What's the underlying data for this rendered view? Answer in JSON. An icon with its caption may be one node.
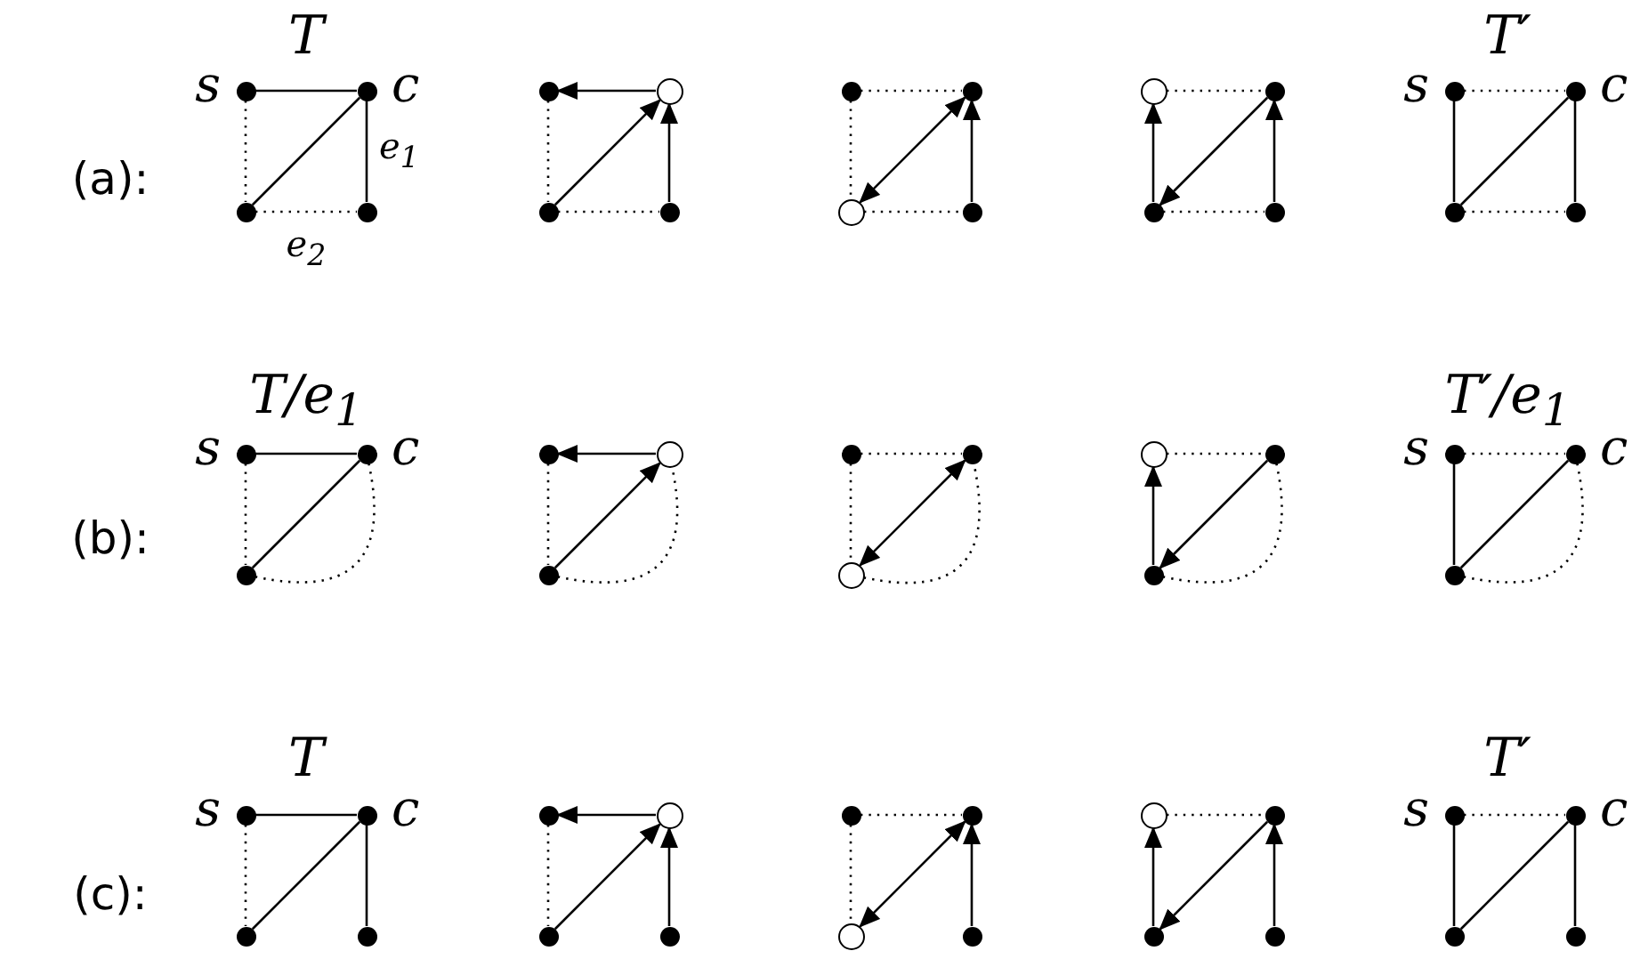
{
  "diagram": {
    "nodes": [
      {
        "text": [],
        "shape": "dot",
        "beside": [
          "s"
        ]
      },
      {
        "text": [],
        "shape": "dot",
        "beside": [
          "c"
        ]
      },
      {
        "text": [],
        "shape": "dot"
      },
      {
        "text": [],
        "shape": "dot"
      },
      {
        "text": [],
        "shape": "dot"
      },
      {
        "text": [],
        "shape": "circle"
      },
      {
        "text": [],
        "shape": "dot"
      },
      {
        "text": [],
        "shape": "dot"
      },
      {
        "text": [],
        "shape": "dot"
      },
      {
        "text": [],
        "shape": "dot"
      },
      {
        "text": [],
        "shape": "circle"
      },
      {
        "text": [],
        "shape": "dot"
      },
      {
        "text": [],
        "shape": "circle"
      },
      {
        "text": [],
        "shape": "dot"
      },
      {
        "text": [],
        "shape": "dot"
      },
      {
        "text": [],
        "shape": "dot"
      },
      {
        "text": [],
        "shape": "dot",
        "beside": [
          "s"
        ]
      },
      {
        "text": [],
        "shape": "dot",
        "beside": [
          "c"
        ]
      },
      {
        "text": [],
        "shape": "dot"
      },
      {
        "text": [],
        "shape": "dot"
      },
      {
        "text": [],
        "shape": "dot",
        "beside": [
          "s"
        ]
      },
      {
        "text": [],
        "shape": "dot",
        "beside": [
          "c"
        ]
      },
      {
        "text": [],
        "shape": "dot"
      },
      {
        "text": [],
        "shape": "dot"
      },
      {
        "text": [],
        "shape": "circle"
      },
      {
        "text": [],
        "shape": "dot"
      },
      {
        "text": [],
        "shape": "dot"
      },
      {
        "text": [],
        "shape": "dot"
      },
      {
        "text": [],
        "shape": "circle"
      },
      {
        "text": [],
        "shape": "circle"
      },
      {
        "text": [],
        "shape": "dot"
      },
      {
        "text": [],
        "shape": "dot"
      },
      {
        "text": [],
        "shape": "dot",
        "beside": [
          "s"
        ]
      },
      {
        "text": [],
        "shape": "dot",
        "beside": [
          "c"
        ]
      },
      {
        "text": [],
        "shape": "dot"
      },
      {
        "text": [],
        "shape": "dot",
        "beside": [
          "s"
        ]
      },
      {
        "text": [],
        "shape": "dot",
        "beside": [
          "c"
        ]
      },
      {
        "text": [],
        "shape": "dot"
      },
      {
        "text": [],
        "shape": "dot"
      },
      {
        "text": [],
        "shape": "dot"
      },
      {
        "text": [],
        "shape": "circle"
      },
      {
        "text": [],
        "shape": "dot"
      },
      {
        "text": [],
        "shape": "dot"
      },
      {
        "text": [],
        "shape": "dot"
      },
      {
        "text": [],
        "shape": "dot"
      },
      {
        "text": [],
        "shape": "circle"
      },
      {
        "text": [],
        "shape": "dot"
      },
      {
        "text": [],
        "shape": "circle"
      },
      {
        "text": [],
        "shape": "dot"
      },
      {
        "text": [],
        "shape": "dot"
      },
      {
        "text": [],
        "shape": "dot"
      },
      {
        "text": [],
        "shape": "dot",
        "beside": [
          "s"
        ]
      },
      {
        "text": [],
        "shape": "dot",
        "beside": [
          "c"
        ]
      },
      {
        "text": [],
        "shape": "dot"
      },
      {
        "text": [],
        "shape": "dot"
      }
    ],
    "edges": [
      {
        "from": 0,
        "to": 1,
        "arrow": "none"
      },
      {
        "from": 0,
        "to": 2,
        "arrow": "none",
        "style": "dashed"
      },
      {
        "from": 2,
        "to": 1,
        "arrow": "none"
      },
      {
        "from": 1,
        "to": 3,
        "arrow": "none",
        "label": "e$_{1}$"
      },
      {
        "from": 2,
        "to": 3,
        "arrow": "none",
        "style": "dashed",
        "label": "e$_{2}$"
      },
      {
        "from": 5,
        "to": 4,
        "arrow": "to"
      },
      {
        "from": 4,
        "to": 6,
        "arrow": "none",
        "style": "dashed"
      },
      {
        "from": 6,
        "to": 5,
        "arrow": "to"
      },
      {
        "from": 7,
        "to": 5,
        "arrow": "to"
      },
      {
        "from": 6,
        "to": 7,
        "arrow": "none",
        "style": "dashed"
      },
      {
        "from": 8,
        "to": 9,
        "arrow": "none",
        "style": "dashed"
      },
      {
        "from": 8,
        "to": 10,
        "arrow": "none",
        "style": "dashed"
      },
      {
        "from": 10,
        "to": 9,
        "arrow": "both"
      },
      {
        "from": 11,
        "to": 9,
        "arrow": "to"
      },
      {
        "from": 10,
        "to": 11,
        "arrow": "none",
        "style": "dashed"
      },
      {
        "from": 12,
        "to": 13,
        "arrow": "none",
        "style": "dashed"
      },
      {
        "from": 14,
        "to": 12,
        "arrow": "to"
      },
      {
        "from": 13,
        "to": 14,
        "arrow": "to"
      },
      {
        "from": 15,
        "to": 13,
        "arrow": "to"
      },
      {
        "from": 14,
        "to": 15,
        "arrow": "none",
        "style": "dashed"
      },
      {
        "from": 16,
        "to": 17,
        "arrow": "none",
        "style": "dashed"
      },
      {
        "from": 16,
        "to": 18,
        "arrow": "none"
      },
      {
        "from": 18,
        "to": 17,
        "arrow": "none"
      },
      {
        "from": 17,
        "to": 19,
        "arrow": "none"
      },
      {
        "from": 18,
        "to": 19,
        "arrow": "none",
        "style": "dashed"
      },
      {
        "from": 20,
        "to": 21,
        "arrow": "none"
      },
      {
        "from": 20,
        "to": 22,
        "arrow": "none",
        "style": "dashed"
      },
      {
        "from": 22,
        "to": 21,
        "arrow": "none"
      },
      {
        "from": 22,
        "to": 21,
        "arrow": "none",
        "style": "dashed"
      },
      {
        "from": 24,
        "to": 23,
        "arrow": "to"
      },
      {
        "from": 23,
        "to": 25,
        "arrow": "none",
        "style": "dashed"
      },
      {
        "from": 25,
        "to": 24,
        "arrow": "to"
      },
      {
        "from": 25,
        "to": 24,
        "arrow": "none",
        "style": "dashed"
      },
      {
        "from": 26,
        "to": 27,
        "arrow": "none",
        "style": "dashed"
      },
      {
        "from": 26,
        "to": 28,
        "arrow": "none",
        "style": "dashed"
      },
      {
        "from": 28,
        "to": 27,
        "arrow": "both"
      },
      {
        "from": 28,
        "to": 27,
        "arrow": "none",
        "style": "dashed"
      },
      {
        "from": 29,
        "to": 30,
        "arrow": "none",
        "style": "dashed"
      },
      {
        "from": 31,
        "to": 29,
        "arrow": "to"
      },
      {
        "from": 30,
        "to": 31,
        "arrow": "to"
      },
      {
        "from": 31,
        "to": 30,
        "arrow": "none",
        "style": "dashed"
      },
      {
        "from": 32,
        "to": 33,
        "arrow": "none",
        "style": "dashed"
      },
      {
        "from": 32,
        "to": 34,
        "arrow": "none"
      },
      {
        "from": 34,
        "to": 33,
        "arrow": "none"
      },
      {
        "from": 34,
        "to": 33,
        "arrow": "none",
        "style": "dashed"
      },
      {
        "from": 35,
        "to": 36,
        "arrow": "none"
      },
      {
        "from": 35,
        "to": 37,
        "arrow": "none",
        "style": "dashed"
      },
      {
        "from": 37,
        "to": 36,
        "arrow": "none"
      },
      {
        "from": 36,
        "to": 38,
        "arrow": "none"
      },
      {
        "from": 40,
        "to": 39,
        "arrow": "to"
      },
      {
        "from": 39,
        "to": 41,
        "arrow": "none",
        "style": "dashed"
      },
      {
        "from": 41,
        "to": 40,
        "arrow": "to"
      },
      {
        "from": 42,
        "to": 40,
        "arrow": "to"
      },
      {
        "from": 43,
        "to": 44,
        "arrow": "none",
        "style": "dashed"
      },
      {
        "from": 43,
        "to": 45,
        "arrow": "none",
        "style": "dashed"
      },
      {
        "from": 45,
        "to": 44,
        "arrow": "both"
      },
      {
        "from": 46,
        "to": 44,
        "arrow": "to"
      },
      {
        "from": 47,
        "to": 48,
        "arrow": "none",
        "style": "dashed"
      },
      {
        "from": 49,
        "to": 47,
        "arrow": "to"
      },
      {
        "from": 48,
        "to": 49,
        "arrow": "to"
      },
      {
        "from": 50,
        "to": 48,
        "arrow": "to"
      },
      {
        "from": 51,
        "to": 52,
        "arrow": "none",
        "style": "dashed"
      },
      {
        "from": 51,
        "to": 53,
        "arrow": "none"
      },
      {
        "from": 53,
        "to": 52,
        "arrow": "none"
      },
      {
        "from": 52,
        "to": 54,
        "arrow": "none"
      }
    ],
    "labels": [
      "T",
      "T′",
      "(a):",
      "T/e$_{1}$",
      "T′/e$_{1}$",
      "(b):",
      "T",
      "T′",
      "(c):"
    ]
  }
}
